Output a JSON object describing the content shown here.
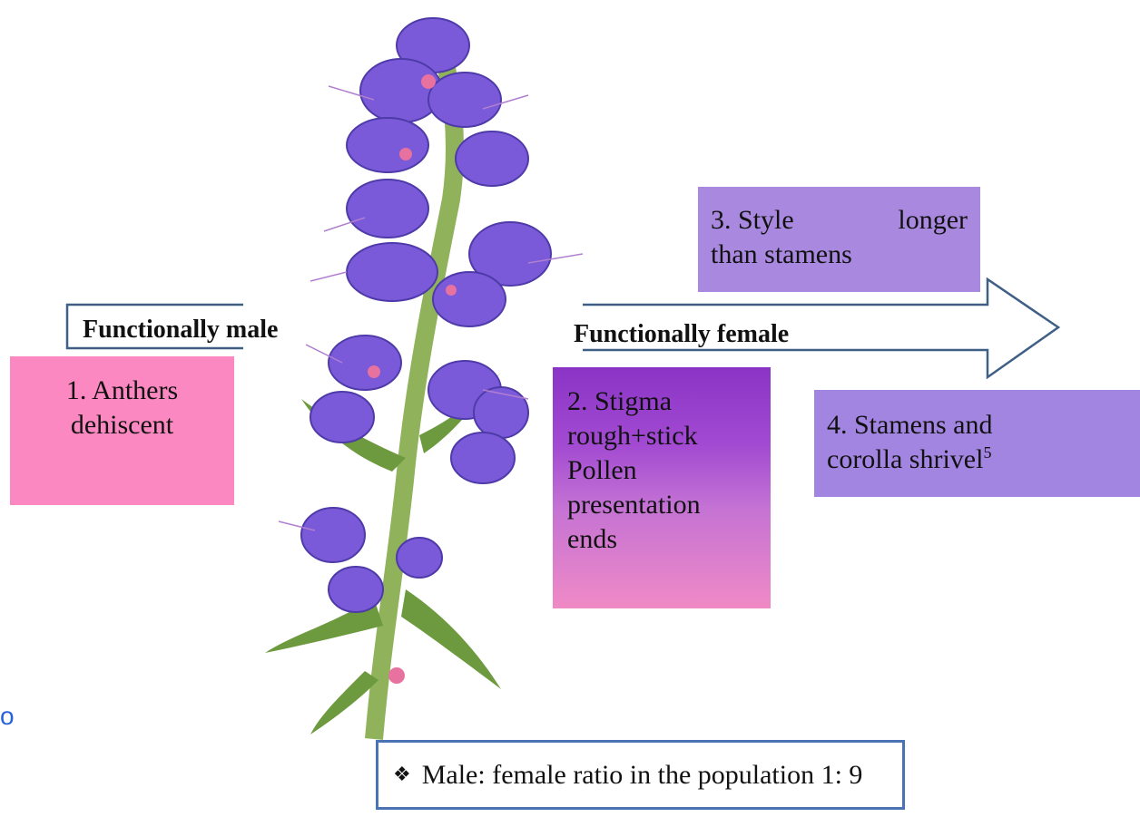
{
  "labels": {
    "functionally_male": "Functionally male",
    "functionally_female": "Functionally female"
  },
  "boxes": {
    "anthers": {
      "line1": "1. Anthers",
      "line2": "dehiscent"
    },
    "stigma": {
      "line1": "2. Stigma",
      "line2": "rough+stick",
      "line3": "Pollen",
      "line4": "presentation",
      "line5": "ends"
    },
    "style": {
      "w1": "3. Style",
      "w2": "longer",
      "line2": "than stamens"
    },
    "stamens": {
      "line1": "4. Stamens and",
      "line2": "corolla shrivel",
      "superscript": "5"
    }
  },
  "ratio": {
    "bullet": "❖",
    "text": "Male: female ratio in the population 1: 9"
  },
  "edge_fragments": [
    "o"
  ],
  "colors": {
    "pink": "#fb88c0",
    "purple_light": "#a889df",
    "arrow_stroke": "#3f5f86",
    "ratio_border": "#4a72b4",
    "flower_purple": "#7a5ad8",
    "stem_green": "#8fb25a"
  }
}
